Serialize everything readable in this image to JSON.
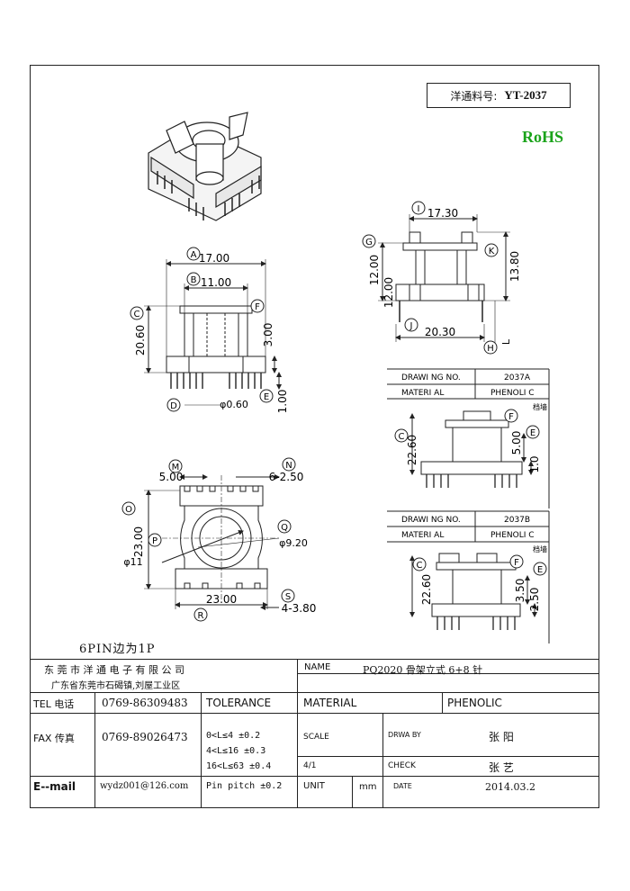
{
  "header": {
    "part_label": "洋通料号:",
    "part_number": "YT-2037",
    "rohs": "RoHS"
  },
  "front_view": {
    "dim_a": "17.00",
    "tag_a": "A",
    "dim_b": "11.00",
    "tag_b": "B",
    "dim_c": "20.60",
    "tag_c": "C",
    "dim_f": "3.00",
    "tag_f": "F",
    "dim_e": "1.00",
    "tag_e": "E",
    "dim_d": "φ0.60",
    "tag_d": "D"
  },
  "side_view": {
    "dim_i": "17.30",
    "tag_i": "I",
    "dim_g": "12.00",
    "tag_g": "G",
    "dim_k": "13.80",
    "tag_k": "K",
    "dim_j": "20.30",
    "tag_j": "J",
    "tag_h": "H",
    "label_l": "L"
  },
  "bottom_view": {
    "dim_m": "5.00",
    "tag_m": "M",
    "dim_n": "6-2.50",
    "tag_n": "N",
    "dim_o": "23.00",
    "tag_o": "O",
    "tag_p": "P",
    "dim_p": "φ11",
    "tag_q": "Q",
    "dim_q": "φ9.20",
    "dim_r": "23.00",
    "tag_r": "R",
    "dim_s": "4-3.80",
    "tag_s": "S"
  },
  "pin_note": "6PIN边为1P",
  "variant_a": {
    "drawing_no_label": "DRAWI NG NO.",
    "drawing_no": "2037A",
    "material_label": "MATERI AL",
    "material": "PHENOLI C",
    "note": "档墙",
    "dim_c": "22.60",
    "tag_c": "C",
    "dim_f": "5.00",
    "tag_f": "F",
    "dim_e": "1.0",
    "tag_e": "E"
  },
  "variant_b": {
    "drawing_no_label": "DRAWI NG NO.",
    "drawing_no": "2037B",
    "material_label": "MATERI AL",
    "material": "PHENOLI C",
    "note": "档墙",
    "dim_c": "22.60",
    "tag_c": "C",
    "dim_f": "3.50",
    "tag_f": "F",
    "dim_e": "2.50",
    "tag_e": "E"
  },
  "title_block": {
    "company": "东 莞 市 洋 通 电 子 有 限 公 司",
    "address": "广东省东莞市石碣镇,刘屋工业区",
    "name_label": "NAME",
    "name_value": "PQ2020 骨架立式 6+8 针",
    "tel_label": "TEL 电话",
    "tel": "0769-86309483",
    "tolerance_label": "TOLERANCE",
    "material_label": "MATERIAL",
    "material": "PHENOLIC",
    "fax_label": "FAX 传真",
    "fax": "0769-89026473",
    "tol_1": "0<L≤4  ±0.2",
    "tol_2": "4<L≤16 ±0.3",
    "tol_3": "16<L≤63 ±0.4",
    "scale_label": "SCALE",
    "scale": "4/1",
    "drawby_label": "DRWA BY",
    "drawby": "张 阳",
    "check_label": "CHECK",
    "check": "张 艺",
    "email_label": "E--mail",
    "email": "wydz001@126.com",
    "pin_pitch": "Pin pitch ±0.2",
    "unit_label": "UNIT",
    "unit": "mm",
    "date_label": "DATE",
    "date": "2014.03.2"
  }
}
